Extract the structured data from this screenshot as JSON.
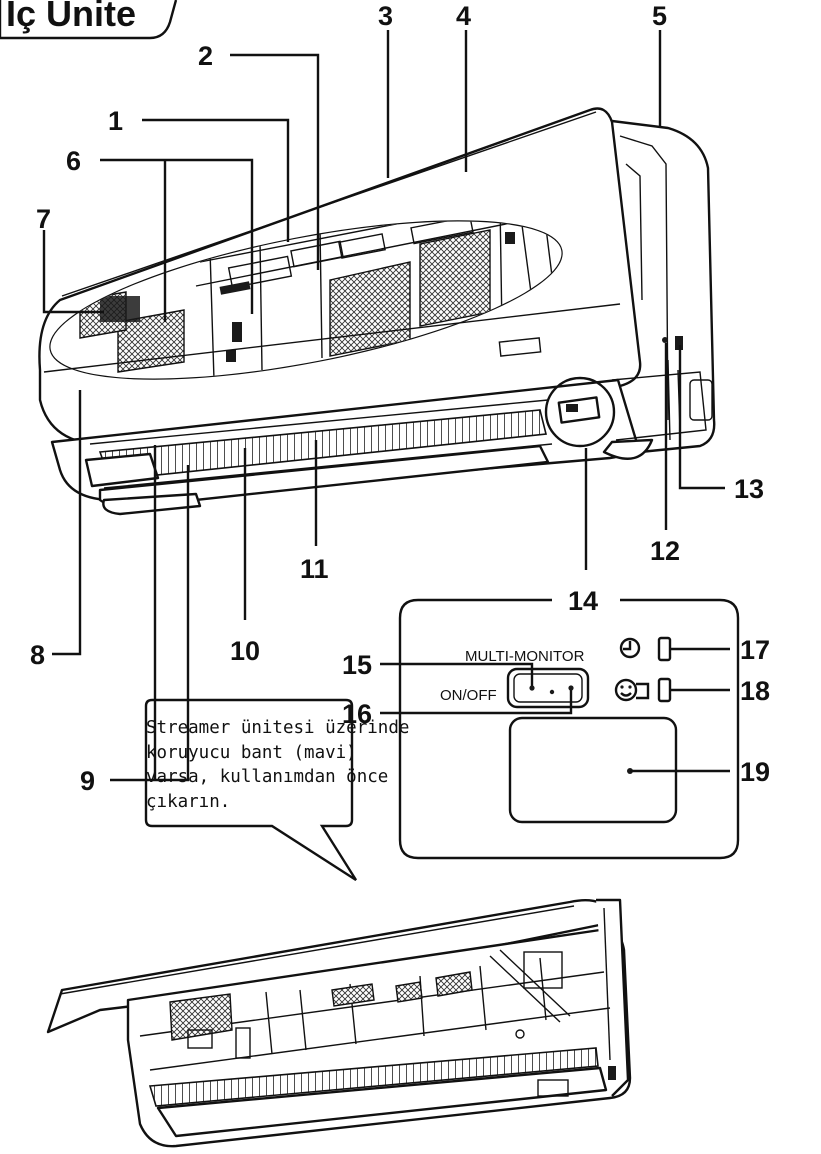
{
  "title": "İç Ünite",
  "callout_number_labels": [
    "1",
    "2",
    "3",
    "4",
    "5",
    "6",
    "7",
    "8",
    "9",
    "10",
    "11",
    "12",
    "13",
    "14",
    "15",
    "16",
    "17",
    "18",
    "19"
  ],
  "panel": {
    "multi_monitor_label": "MULTI-MONITOR",
    "on_off_label": "ON/OFF"
  },
  "note_lines": [
    "Streamer ünitesi üzerinde",
    "koruyucu bant (mavi)",
    "varsa, kullanımdan önce",
    "çıkarın."
  ]
}
